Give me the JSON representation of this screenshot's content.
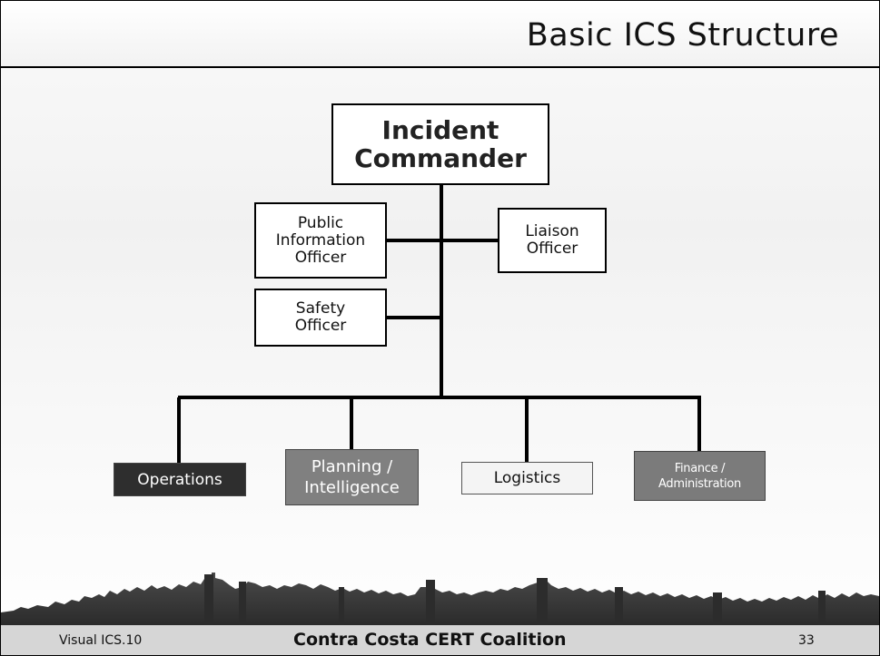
{
  "header": {
    "title": "Basic ICS Structure"
  },
  "org_chart": {
    "commander": "Incident\nCommander",
    "command_staff": {
      "public_information": "Public\nInformation\nOfficer",
      "liaison": "Liaison\nOfficer",
      "safety": "Safety\nOfficer"
    },
    "sections": {
      "operations": "Operations",
      "planning": "Planning /\nIntelligence",
      "logistics": "Logistics",
      "finance": "Finance /\nAdministration"
    }
  },
  "footer": {
    "left": "Visual ICS.10",
    "center": "Contra Costa CERT Coalition",
    "page_number": "33"
  },
  "colors": {
    "operations_fill": "#2e2e2e",
    "planning_fill": "#808080",
    "logistics_fill": "#f4f4f4",
    "finance_fill": "#7b7b7b",
    "footer_band": "#d6d6d6"
  }
}
